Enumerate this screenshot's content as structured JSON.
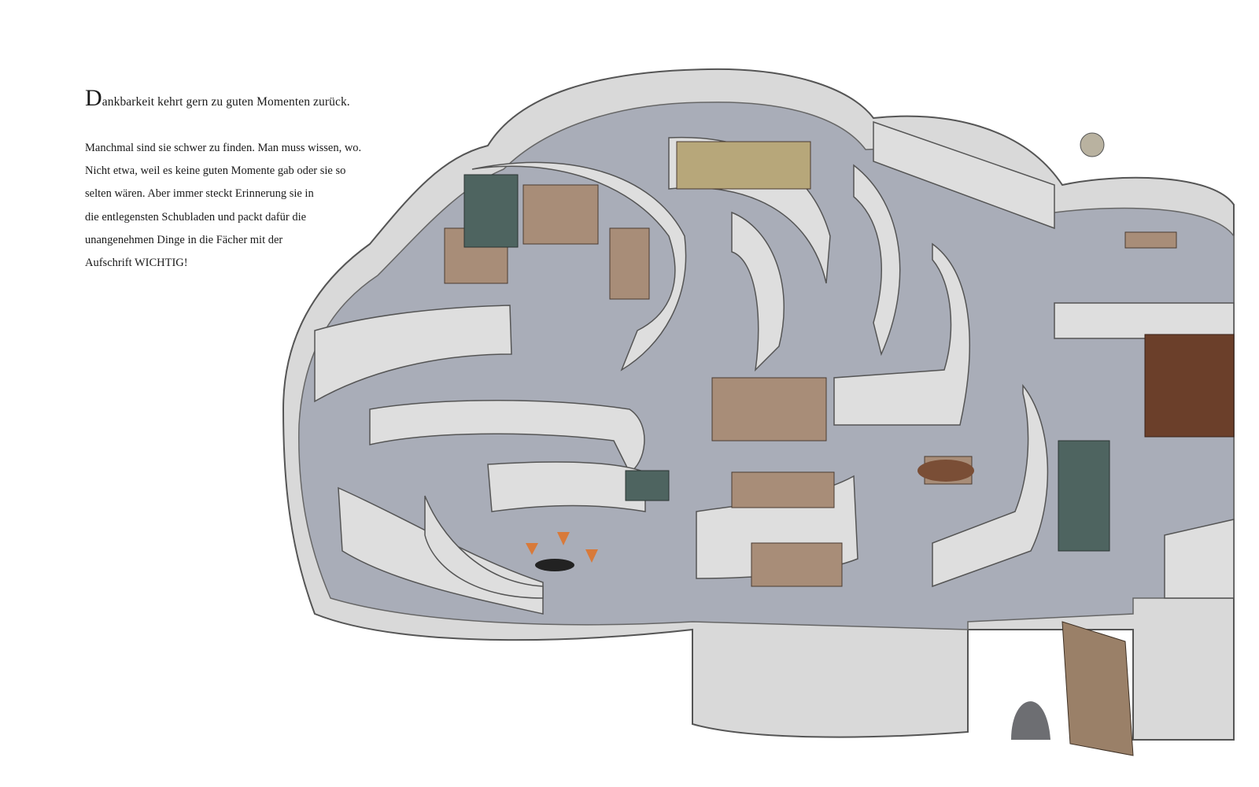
{
  "page": {
    "headline_initial": "D",
    "headline_rest": "ankbarkeit kehrt gern zu guten Momenten zurück.",
    "paragraph_lines": [
      "Manchmal sind sie schwer zu finden. Man muss wissen, wo.",
      "Nicht etwa, weil es keine guten Momente gab oder sie so",
      "selten wären. Aber immer steckt Erinnerung sie in",
      "die entlegensten Schubladen und packt dafür die",
      "unangenehmen Dinge in die Fächer mit der",
      "Aufschrift WICHTIG!"
    ]
  },
  "colors": {
    "floor": "#a9adb8",
    "wall": "#dcdcdc",
    "outline": "#555555",
    "drawer": "#a88d78",
    "cabinet": "#4e6460"
  }
}
